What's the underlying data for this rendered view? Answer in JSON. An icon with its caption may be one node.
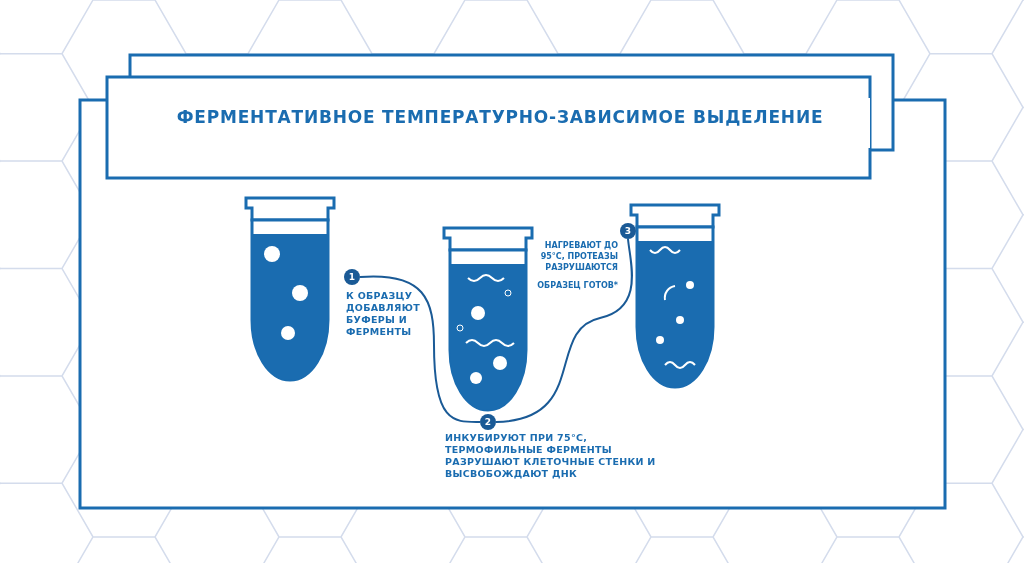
{
  "diagram": {
    "title": "ФЕРМЕНТАТИВНОЕ ТЕМПЕРАТУРНО-ЗАВИСИМОЕ ВЫДЕЛЕНИЕ",
    "nodes": [
      {
        "text": [
          "1"
        ],
        "beside": [
          "К ОБРАЗЦУ ДОБАВЛЯЮТ БУФЕРЫ И ФЕРМЕНТЫ"
        ]
      },
      {
        "text": [
          "2"
        ],
        "beside": [
          "ИНКУБИРУЮТ ПРИ 75°С, ТЕРМОФИЛЬНЫЕ ФЕРМЕНТЫ РАЗРУШАЮТ КЛЕТОЧНЫЕ СТЕНКИ И ВЫСВОБОЖДАЮТ ДНК"
        ]
      },
      {
        "text": [
          "3"
        ],
        "beside": [
          "НАГРЕВАЮТ ДО 95°С, ПРОТЕАЗЫ РАЗРУШАЮТСЯ",
          "ОБРАЗЕЦ ГОТОВ*"
        ]
      }
    ],
    "edges": [
      {
        "from": 0,
        "to": 1,
        "arrow": "none"
      },
      {
        "from": 1,
        "to": 2,
        "arrow": "none"
      }
    ]
  }
}
